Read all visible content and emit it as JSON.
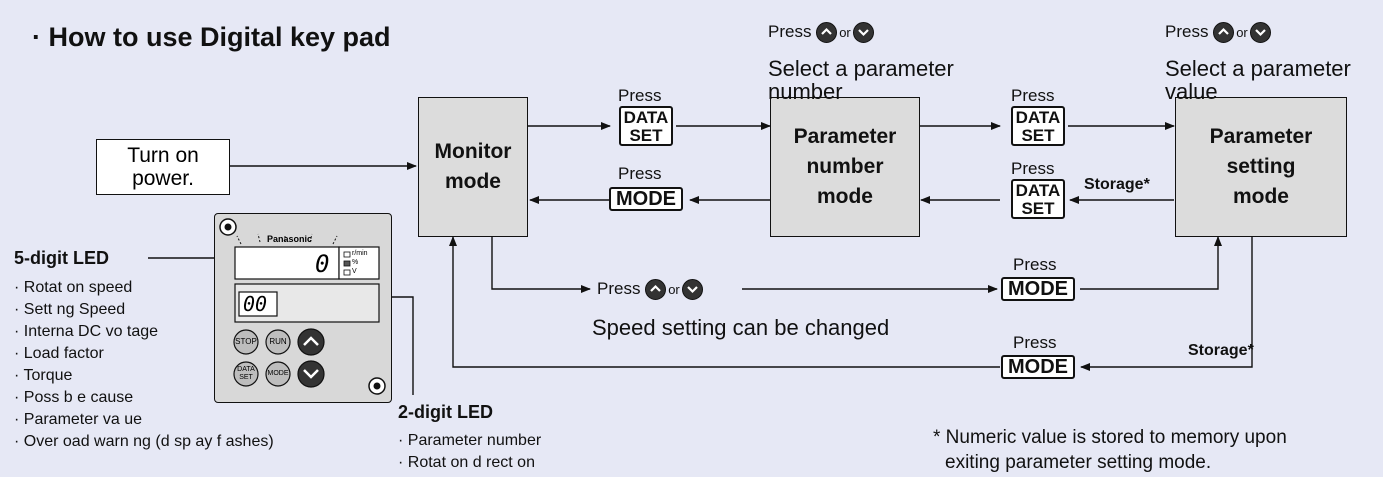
{
  "title": "· How to use Digital key pad",
  "start_box": {
    "line1": "Turn on",
    "line2": "power."
  },
  "modes": {
    "monitor": {
      "line1": "Monitor",
      "line2": "mode"
    },
    "param_number": {
      "line1": "Parameter",
      "line2": "number",
      "line3": "mode"
    },
    "param_setting": {
      "line1": "Parameter",
      "line2": "setting",
      "line3": "mode"
    }
  },
  "press": "Press",
  "or": "or",
  "key_data": "DATA",
  "key_set": "SET",
  "key_mode": "MODE",
  "select_number": {
    "line1": "Select a parameter",
    "line2": "number"
  },
  "select_value": {
    "line1": "Select a parameter",
    "line2": "value"
  },
  "storage_star": "Storage*",
  "speed_text": "Speed setting can be changed",
  "device": {
    "brand": "Panasonic",
    "five_digit_display": "0",
    "two_digit_display": "00",
    "unit_rmin": "r/min",
    "unit_pct": "%",
    "unit_v": "V",
    "btn_stop": "STOP",
    "btn_run": "RUN",
    "btn_data": "DATA",
    "btn_set": "SET",
    "btn_mode": "MODE"
  },
  "led5": {
    "title": "5-digit LED",
    "items": [
      "· Rotat on speed",
      "· Sett ng Speed",
      "· Interna  DC vo tage",
      "· Load factor",
      "· Torque",
      "· Poss b e cause",
      "· Parameter va ue",
      "· Over oad warn ng (d sp ay f ashes)"
    ]
  },
  "led2": {
    "title": "2-digit LED",
    "items": [
      "· Parameter number",
      "· Rotat on d rect on"
    ]
  },
  "note": {
    "line1": "* Numeric value is stored to memory upon",
    "line2": "exiting parameter setting mode."
  }
}
